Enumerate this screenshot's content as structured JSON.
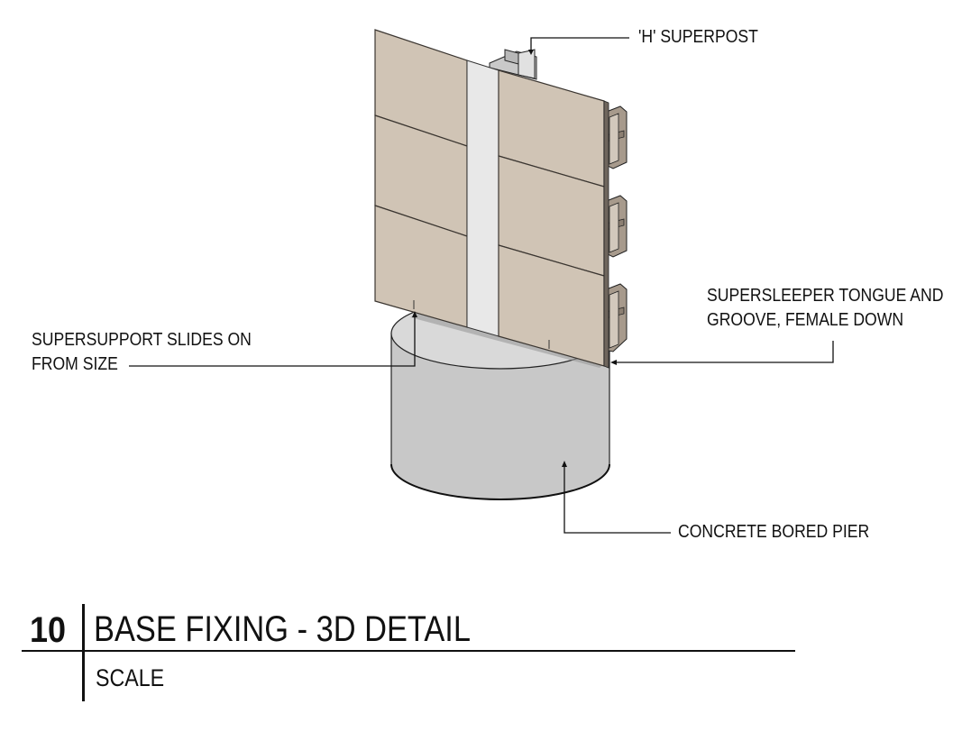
{
  "labels": {
    "superpost": "'H' SUPERPOST",
    "supersleeper_line1": "SUPERSLEEPER TONGUE AND",
    "supersleeper_line2": "GROOVE, FEMALE DOWN",
    "supersupport_line1": "SUPERSUPPORT SLIDES ON",
    "supersupport_line2": "FROM SIZE",
    "pier": "CONCRETE BORED PIER"
  },
  "title_block": {
    "number": "10",
    "title": "BASE FIXING - 3D DETAIL",
    "scale": "SCALE"
  },
  "colors": {
    "panel": "#d0c4b5",
    "panel_edge": "#3b3631",
    "post": "#e8e8e8",
    "bracket": "#a79a8c",
    "pier_side": "#c8c8c8",
    "pier_top": "#d9d9d9",
    "line": "#111111"
  }
}
